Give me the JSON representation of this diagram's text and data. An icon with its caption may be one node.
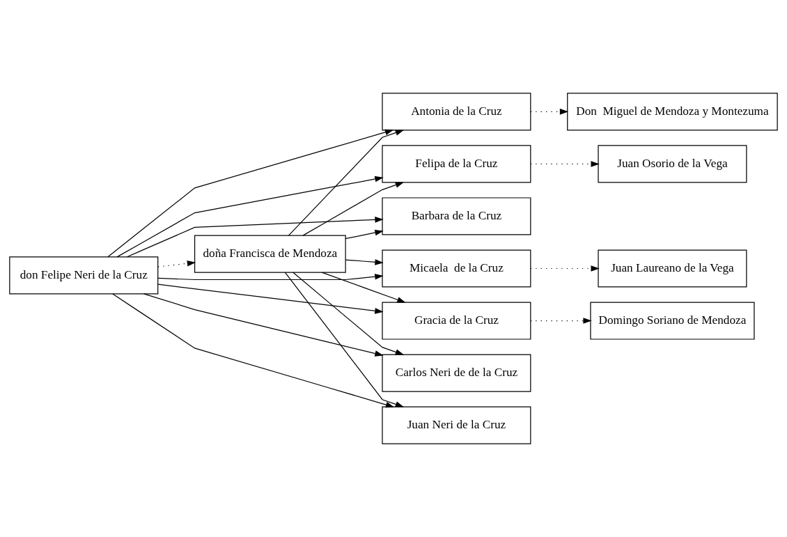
{
  "diagram": {
    "nodes": [
      {
        "text": [
          "don Felipe Neri de la Cruz"
        ]
      },
      {
        "text": [
          "doña Francisca de Mendoza"
        ]
      },
      {
        "text": [
          "Antonia de la Cruz"
        ]
      },
      {
        "text": [
          "Don  Miguel de Mendoza y Montezuma"
        ]
      },
      {
        "text": [
          "Felipa de la Cruz"
        ]
      },
      {
        "text": [
          "Juan Osorio de la Vega"
        ]
      },
      {
        "text": [
          "Barbara de la Cruz"
        ]
      },
      {
        "text": [
          "Micaela  de la Cruz"
        ]
      },
      {
        "text": [
          "Juan Laureano de la Vega"
        ]
      },
      {
        "text": [
          "Gracia de la Cruz"
        ]
      },
      {
        "text": [
          "Domingo Soriano de Mendoza"
        ]
      },
      {
        "text": [
          "Carlos Neri de de la Cruz"
        ]
      },
      {
        "text": [
          "Juan Neri de la Cruz"
        ]
      }
    ],
    "edges": [
      {
        "from": 0,
        "to": 1,
        "arrow": "to",
        "style": "dashed"
      },
      {
        "from": 0,
        "to": 2,
        "arrow": "to"
      },
      {
        "from": 1,
        "to": 2,
        "arrow": "to"
      },
      {
        "from": 0,
        "to": 4,
        "arrow": "to"
      },
      {
        "from": 1,
        "to": 4,
        "arrow": "to"
      },
      {
        "from": 0,
        "to": 6,
        "arrow": "to"
      },
      {
        "from": 1,
        "to": 6,
        "arrow": "to"
      },
      {
        "from": 0,
        "to": 7,
        "arrow": "to"
      },
      {
        "from": 1,
        "to": 7,
        "arrow": "to"
      },
      {
        "from": 0,
        "to": 9,
        "arrow": "to"
      },
      {
        "from": 1,
        "to": 9,
        "arrow": "to"
      },
      {
        "from": 0,
        "to": 11,
        "arrow": "to"
      },
      {
        "from": 1,
        "to": 11,
        "arrow": "to"
      },
      {
        "from": 0,
        "to": 12,
        "arrow": "to"
      },
      {
        "from": 1,
        "to": 12,
        "arrow": "to"
      },
      {
        "from": 2,
        "to": 3,
        "arrow": "to",
        "style": "dashed"
      },
      {
        "from": 4,
        "to": 5,
        "arrow": "to",
        "style": "dashed"
      },
      {
        "from": 7,
        "to": 8,
        "arrow": "to",
        "style": "dashed"
      },
      {
        "from": 9,
        "to": 10,
        "arrow": "to",
        "style": "dashed"
      }
    ]
  }
}
